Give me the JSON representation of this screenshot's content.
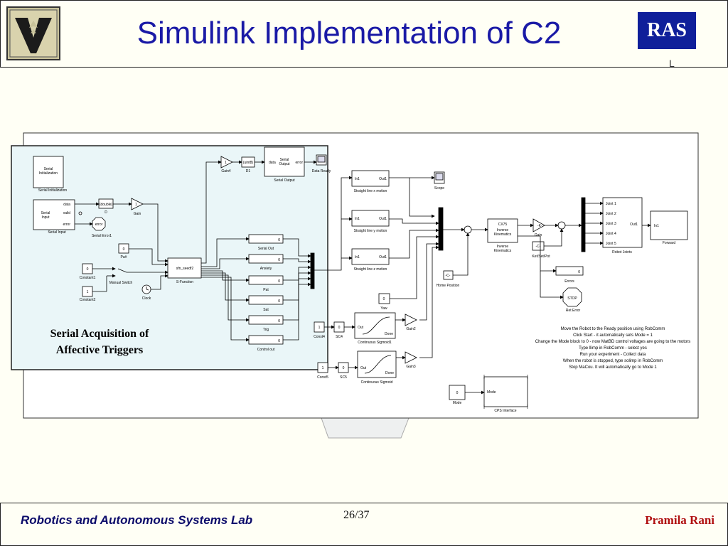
{
  "header": {
    "title": "Simulink Implementation of C2",
    "badge": "RAS",
    "badge_sub": "L"
  },
  "diagram": {
    "overlay_label_line1": "Serial Acquisition of",
    "overlay_label_line2": "Affective Triggers",
    "blocks": {
      "serial_init": "Serial\nInitialization",
      "serial_init_label": "Serial Initialization",
      "serial_input": "Serial\nInput",
      "serial_input_label": "Serial Input",
      "serial_input_ports": [
        "data",
        "valid",
        "error"
      ],
      "double": "(double)",
      "d_label": "D",
      "gain1": "1",
      "gain_label": "Gain",
      "serial_error": "error",
      "serial_error_label": "Serial Error1",
      "const_p": "0",
      "pa_label": "Pa#",
      "const1": "0",
      "const1_label": "Constant1",
      "const2": "1",
      "const2_label": "Constant2",
      "manual_switch_label": "Manual Switch",
      "clock_label": "Clock",
      "sfun": "sfn_seedf2",
      "sfun_label": "S-Function",
      "gain4": "1",
      "gain4_label": "Gain4",
      "uint8": "(uint8)",
      "d1_label": "D1",
      "serial_output": "Serial\nOutput",
      "serial_output_label": "Serial Output",
      "data_label": "data",
      "error_label": "error",
      "data_ready_label": "Data Ready",
      "displays": [
        {
          "value": "0",
          "label": "Serial Out"
        },
        {
          "value": "0",
          "label": "Anxiety"
        },
        {
          "value": "0",
          "label": "Pat"
        },
        {
          "value": "0",
          "label": "Sat"
        },
        {
          "value": "0",
          "label": "Trig"
        },
        {
          "value": "0",
          "label": "Control out"
        }
      ],
      "slm": [
        {
          "in": "In1",
          "out": "Out1",
          "label": "Straight line x motion"
        },
        {
          "in": "In1",
          "out": "Out1",
          "label": "Straight line y motion"
        },
        {
          "in": "In1",
          "out": "Out1",
          "label": "Straight line z motion"
        }
      ],
      "scope_label": "Scope",
      "home_position": "-C-",
      "home_position_label": "Home Position",
      "ik_top": "CX75",
      "ik_mid": "Inverse\nKinematics",
      "ik_bot": "Inverse\nKinematics",
      "gain_r": "-K-",
      "gain_r_label": "Gain",
      "ket_offset": "-C-",
      "ket_offset_label": "Ket/Set/Pot",
      "joints": [
        "Joint 1",
        "Joint 2",
        "Joint 3",
        "Joint 4",
        "Joint 5"
      ],
      "robot_joints_out": "Out1",
      "robot_joints_label": "Robot Joints",
      "forward_in": "In1",
      "forward_label": "Forward",
      "errors_value": "0",
      "errors_label": "Errors",
      "stop_text": "STOP",
      "stop_label": "Ret Error",
      "yaw_value": "0",
      "yaw_label": "Yaw",
      "const3_value": "1",
      "const3_label": "Const4",
      "s_value": "0",
      "s_label": "SC4",
      "cs1_label": "Continuous Sigmoid1",
      "cs2_label": "Continuous Sigmoid",
      "cs_out": "Out",
      "cs_done": "Done",
      "gain2_label": "Gain2",
      "gain3_label": "Gain3",
      "const4_value": "1",
      "const4_label": "Const5",
      "s2_value": "0",
      "s2_label": "SC5",
      "mode_value": "0",
      "mode_label": "Mode",
      "mode_in": "Mode",
      "cps_label": "CPS Interface",
      "instructions": [
        "Move the Robot to the Ready position using RobComm",
        "Click Start - it automatically sets Mode = 1",
        "Change the Mode block to 0 - now MatBD control voltages are going to the motors",
        "Type llimp in RobComm - select yes",
        "Run your experiment - Collect data",
        "When the robot is stopped, type solimp in RobComm",
        "Stop MaCou. It will automatically go to Mode 1"
      ]
    }
  },
  "footer": {
    "lab": "Robotics and Autonomous Systems Lab",
    "page": "26/37",
    "author": "Pramila Rani"
  }
}
